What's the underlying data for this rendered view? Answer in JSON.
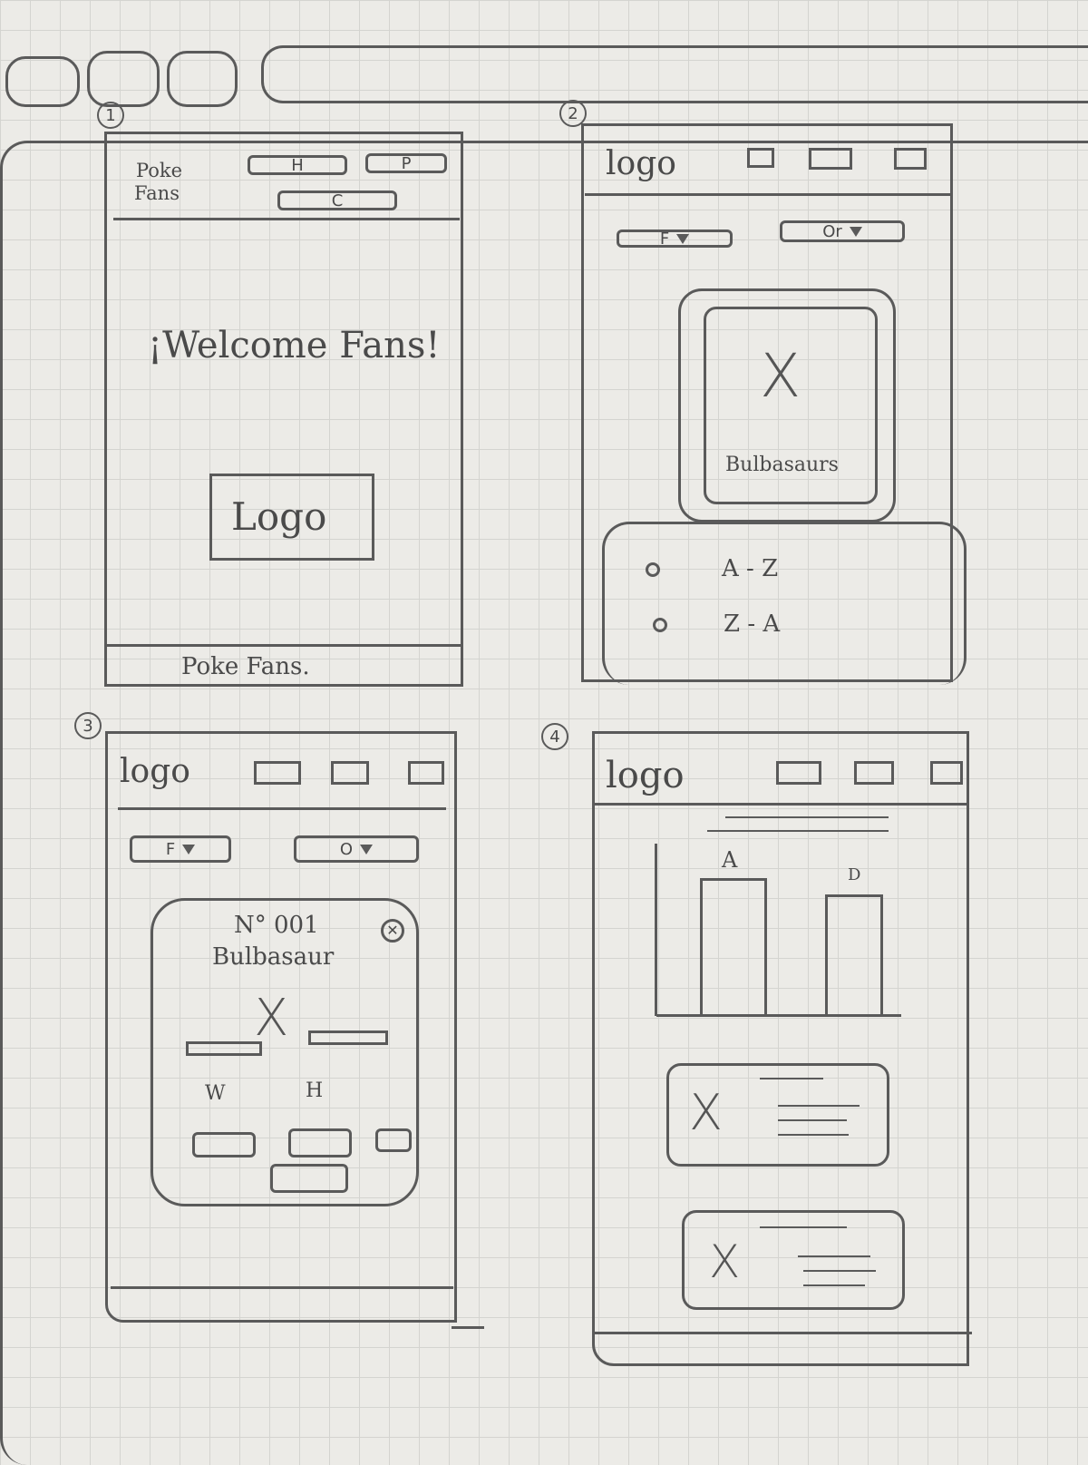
{
  "browser": {
    "tab_shapes": 3
  },
  "screen1": {
    "number": "1",
    "brand_line1": "Poke",
    "brand_line2": "Fans",
    "nav": [
      "H",
      "P",
      "C"
    ],
    "welcome": "¡Welcome Fans!",
    "logo": "Logo",
    "footer": "Poke Fans."
  },
  "screen2": {
    "number": "2",
    "logo": "logo",
    "filter_label": "F",
    "order_label": "Or",
    "card_image": "X",
    "card_name": "Bulbasaurs",
    "sort_options": [
      "A - Z",
      "Z - A"
    ]
  },
  "screen3": {
    "number": "3",
    "logo": "logo",
    "filter_label": "F",
    "order_label": "O",
    "detail_number": "N° 001",
    "detail_name": "Bulbasaur",
    "detail_image": "X",
    "stat_w": "W",
    "stat_h": "H"
  },
  "screen4": {
    "number": "4",
    "logo": "logo",
    "bar_labels": [
      "A",
      "D"
    ],
    "list_images": [
      "X",
      "X"
    ]
  }
}
